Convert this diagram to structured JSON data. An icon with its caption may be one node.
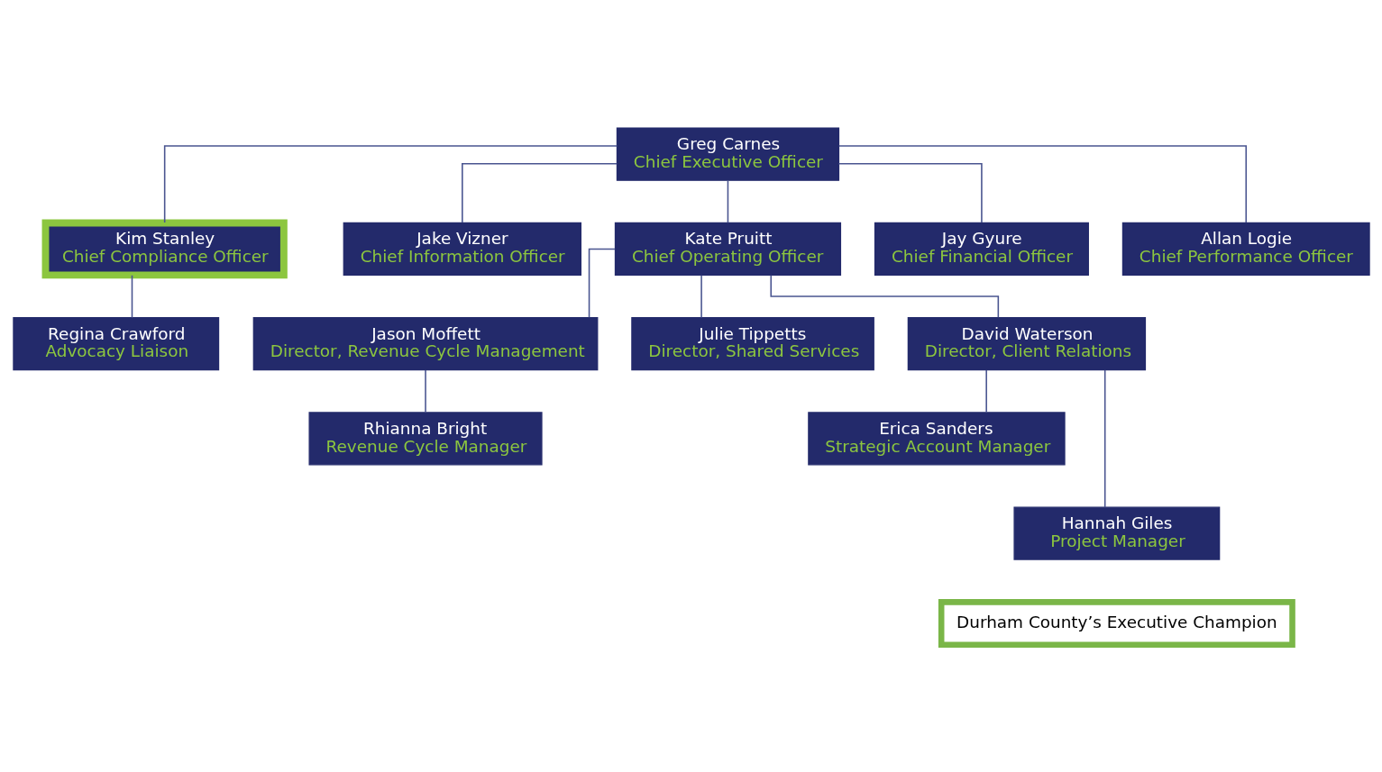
{
  "diagram": {
    "nodes": [
      {
        "text": [
          "Greg Carnes",
          "Chief Executive Officer"
        ]
      },
      {
        "text": [
          "Kim Stanley",
          "Chief Compliance Officer"
        ]
      },
      {
        "text": [
          "Jake Vizner",
          "Chief Information Officer"
        ]
      },
      {
        "text": [
          "Kate Pruitt",
          "Chief Operating Officer"
        ]
      },
      {
        "text": [
          "Jay Gyure",
          "Chief Financial Officer"
        ]
      },
      {
        "text": [
          "Allan Logie",
          "Chief Performance Officer"
        ]
      },
      {
        "text": [
          "Regina Crawford",
          "Advocacy Liaison"
        ]
      },
      {
        "text": [
          "Jason Moffett",
          "Director, Revenue Cycle Management"
        ]
      },
      {
        "text": [
          "Julie Tippetts",
          "Director, Shared Services"
        ]
      },
      {
        "text": [
          "David Waterson",
          "Director, Client Relations"
        ]
      },
      {
        "text": [
          "Rhianna Bright",
          "Revenue Cycle Manager"
        ]
      },
      {
        "text": [
          "Erica Sanders",
          "Strategic Account Manager"
        ]
      },
      {
        "text": [
          "Hannah Giles",
          "Project Manager"
        ]
      }
    ],
    "edges": [
      {
        "from": 0,
        "to": 1,
        "arrow": "none"
      },
      {
        "from": 0,
        "to": 2,
        "arrow": "none"
      },
      {
        "from": 0,
        "to": 3,
        "arrow": "none"
      },
      {
        "from": 0,
        "to": 4,
        "arrow": "none"
      },
      {
        "from": 0,
        "to": 5,
        "arrow": "none"
      },
      {
        "from": 1,
        "to": 6,
        "arrow": "none"
      },
      {
        "from": 3,
        "to": 7,
        "arrow": "none"
      },
      {
        "from": 3,
        "to": 8,
        "arrow": "none"
      },
      {
        "from": 3,
        "to": 9,
        "arrow": "none"
      },
      {
        "from": 7,
        "to": 10,
        "arrow": "none"
      },
      {
        "from": 9,
        "to": 11,
        "arrow": "none"
      },
      {
        "from": 9,
        "to": 12,
        "arrow": "none"
      }
    ],
    "legend": [
      {
        "text": "Durham County’s Executive Champion",
        "color": "#7ab648"
      }
    ]
  }
}
